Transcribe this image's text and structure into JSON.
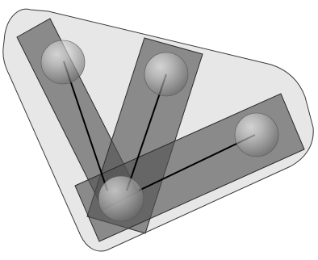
{
  "colors": {
    "background": "#ffffff",
    "hull_fill": "#d9d9d9",
    "hull_stroke": "#3a3a3a",
    "capsule_fill": "#505050",
    "capsule_opacity": 0.62,
    "capsule_stroke": "#2a2a2a",
    "link_color": "#000000",
    "sphere_highlight": "#ffffff",
    "sphere_mid": "#d6d6d6",
    "sphere_shadow": "#6e6e6e"
  },
  "diagram": {
    "nodes": [
      {
        "id": "hub"
      },
      {
        "id": "left"
      },
      {
        "id": "middle"
      },
      {
        "id": "right"
      }
    ],
    "links": [
      {
        "from": "hub",
        "to": "left"
      },
      {
        "from": "hub",
        "to": "middle"
      },
      {
        "from": "hub",
        "to": "right"
      }
    ]
  }
}
